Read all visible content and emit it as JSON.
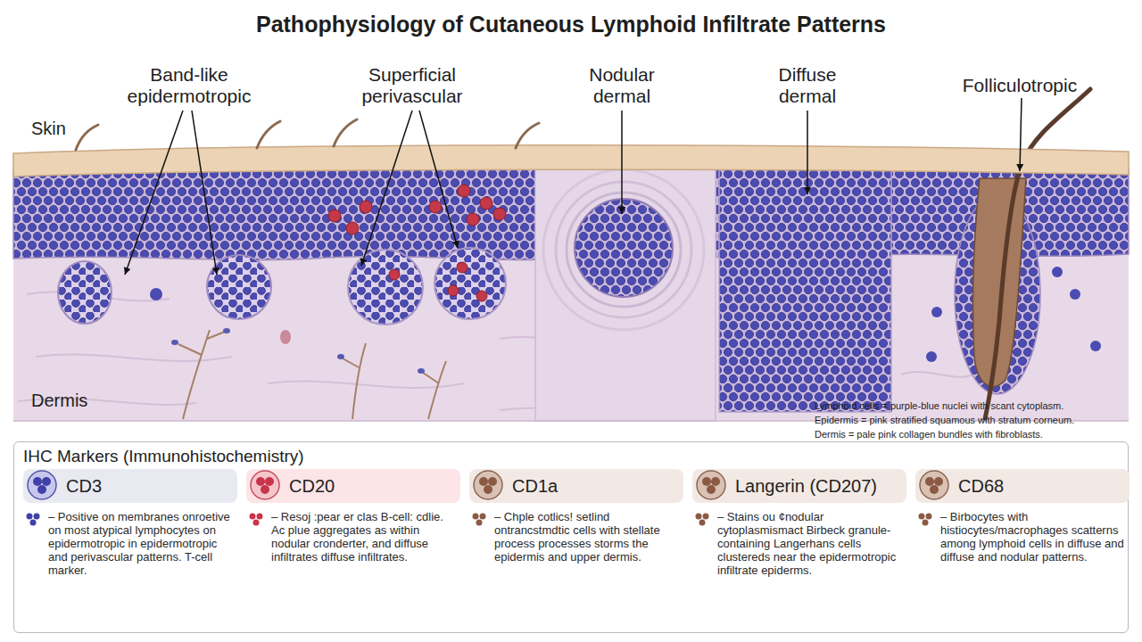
{
  "diagram": {
    "title": "Pathophysiology of Cutaneous Lymphoid Infiltrate Patterns",
    "nodes": [
      {
        "text": [
          "IHC Markers (Immunohistochemistry)"
        ]
      },
      {
        "text": [
          "CD3",
          "– Positive on membranes onroetive on most atypical lymphocytes on epidermotropic in epidermotropic and perivascular patterns. T-cell marker."
        ],
        "in": 0
      },
      {
        "text": [
          "CD20",
          "– Resoj :pear er clas B-cell: cdlie. Ac plue aggregates as within nodular cronderter, and diffuse infiltrates diffuse infiltrates."
        ],
        "in": 0
      },
      {
        "text": [
          "CD1a",
          "– Chple cotlics! setlind ontrancstmdtic cells with stellate process processes storms the epidermis and upper dermis."
        ],
        "in": 0
      },
      {
        "text": [
          "Langerin (CD207)",
          "– Stains ou ¢nodular cytoplasmismact Birbeck granule-containing Langerhans cells clustereds near the epidermotropic infiltrate epiderms."
        ],
        "in": 0
      },
      {
        "text": [
          "CD68",
          "– Birbocytes with histiocytes/macrophages scatterns among lymphoid cells in diffuse and diffuse and nodular patterns."
        ],
        "in": 0
      }
    ],
    "labels": [
      "Band-like epidermotropic",
      "Superficial perivascular",
      "Nodular dermal",
      "Diffuse dermal",
      "Folliculotropic",
      "Skin",
      "Dermis",
      "Lymphoid cells = purple-blue nuclei with scant cytoplasm.",
      "Epidermis = pink stratified squamous with stratum corneum.",
      "Dermis = pale pink collagen bundles with fibroblasts."
    ]
  }
}
